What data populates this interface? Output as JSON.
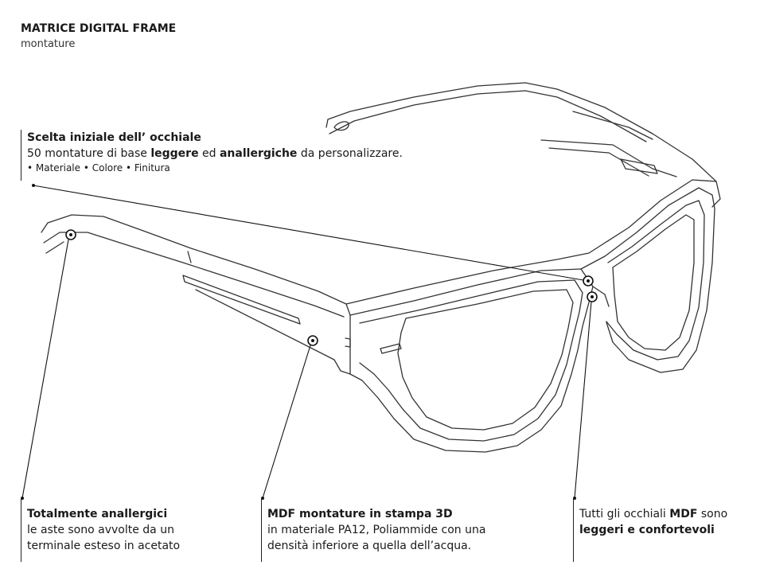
{
  "header": {
    "title": "MATRICE DIGITAL FRAME",
    "subtitle": "montature"
  },
  "callouts": {
    "scelta": {
      "heading": "Scelta iniziale dell’ occhiale",
      "line_pre": "50 montature di base ",
      "bold1": "leggere",
      "mid": " ed ",
      "bold2": "anallergiche",
      "line_post": " da personalizzare.",
      "options": "• Materiale  •  Colore  • Finitura"
    },
    "anallergici": {
      "heading": "Totalmente anallergici",
      "line1": "le aste sono avvolte da un",
      "line2": "terminale esteso in acetato"
    },
    "stampa": {
      "heading": "MDF montature in stampa 3D",
      "line1": "in materiale PA12, Poliammide con una",
      "line2": "densità inferiore a quella dell’acqua."
    },
    "leggeri": {
      "pre": "Tutti gli occhiali ",
      "bold1": "MDF",
      "post": " sono",
      "bold2": "leggeri e confortevoli"
    }
  }
}
